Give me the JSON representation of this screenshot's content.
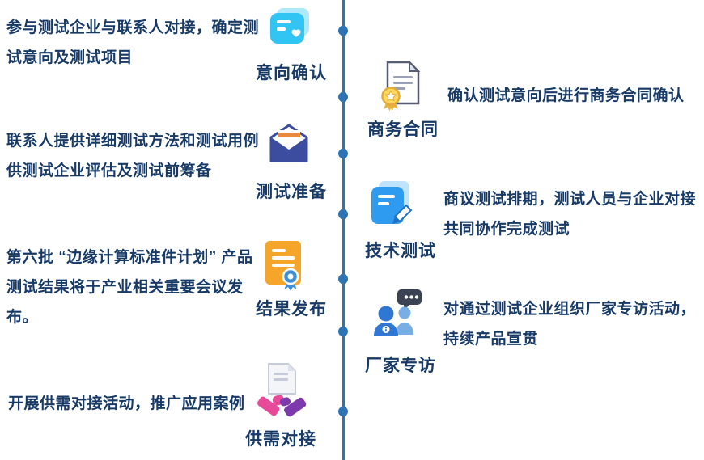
{
  "page": {
    "background": "#ffffff",
    "line_color": "#2e74b5",
    "text_color": "#173a67"
  },
  "steps": [
    {
      "id": "intent",
      "side": "left",
      "label": "意向确认",
      "desc": "参与测试企业与联系人对接，确定测试意向及测试项目",
      "icon": "chat-heart-icon"
    },
    {
      "id": "contract",
      "side": "right",
      "label": "商务合同",
      "desc": "确认测试意向后进行商务合同确认",
      "icon": "contract-badge-icon"
    },
    {
      "id": "prepare",
      "side": "left",
      "label": "测试准备",
      "desc": "联系人提供详细测试方法和测试用例供测试企业评估及测试前筹备",
      "icon": "envelope-paper-icon"
    },
    {
      "id": "tech-test",
      "side": "right",
      "label": "技术测试",
      "desc": "商议测试排期，测试人员与企业对接共同协作完成测试",
      "icon": "document-pencil-icon"
    },
    {
      "id": "result",
      "side": "left",
      "label": "结果发布",
      "desc": "第六批 “边缘计算标准件计划” 产品测试结果将于产业相关重要会议发布。",
      "icon": "report-medal-icon"
    },
    {
      "id": "interview",
      "side": "right",
      "label": "厂家专访",
      "desc": "对通过测试企业组织厂家专访活动，持续产品宣贯",
      "icon": "people-chat-icon"
    },
    {
      "id": "supply",
      "side": "left",
      "label": "供需对接",
      "desc": "开展供需对接活动，推广应用案例",
      "icon": "handshake-icon"
    }
  ]
}
